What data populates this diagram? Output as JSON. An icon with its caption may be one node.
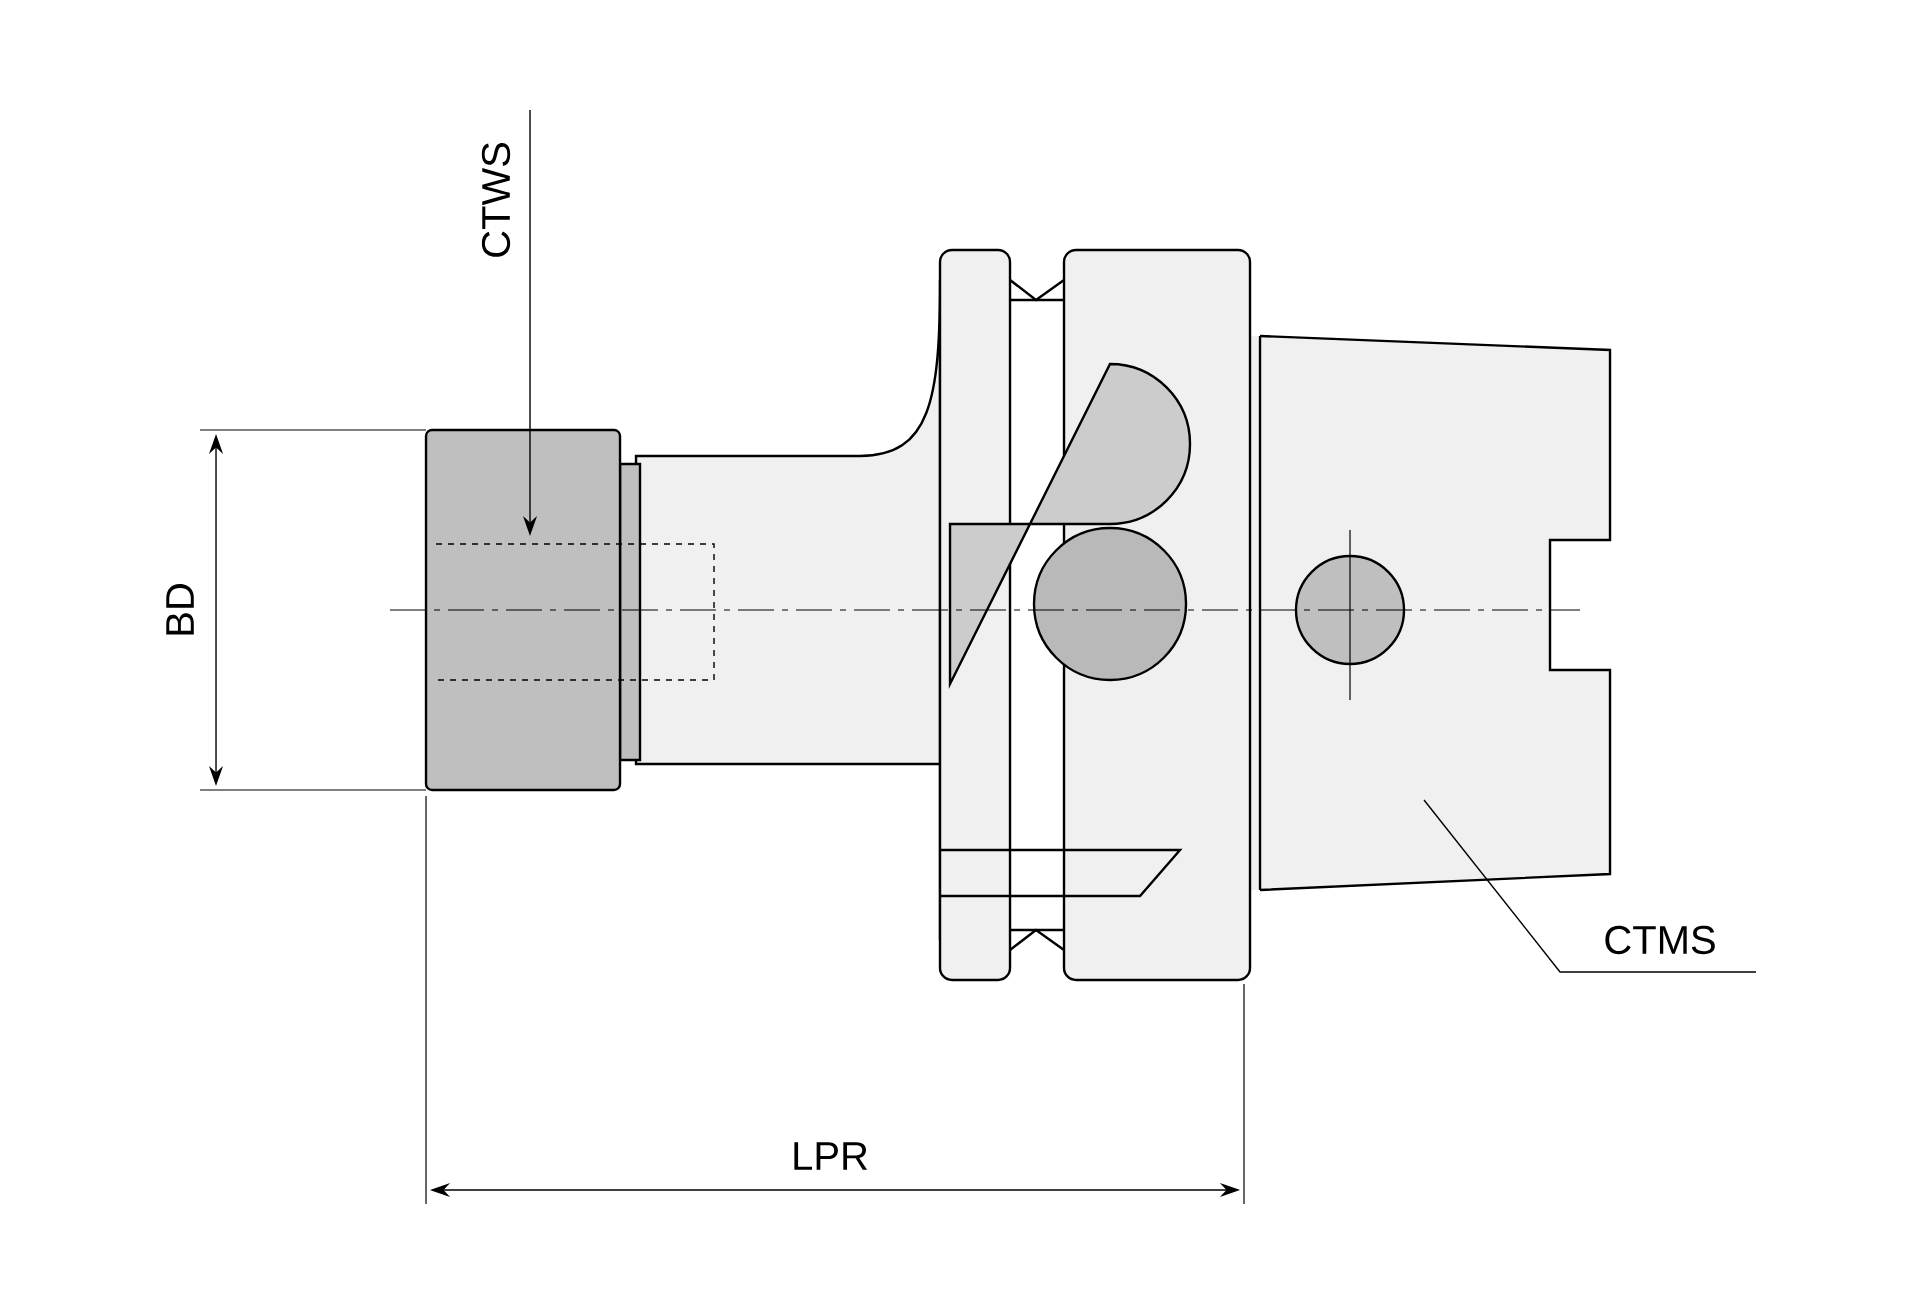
{
  "diagram": {
    "nodes": [
      {
        "text": [
          "CTWS"
        ]
      },
      {
        "text": [
          "CTMS"
        ]
      }
    ],
    "edges": [
      {
        "from": 0,
        "to": null,
        "arrow": "to"
      },
      {
        "from": 1,
        "to": null,
        "arrow": "none"
      }
    ],
    "labels": [
      "BD",
      "LPR"
    ]
  }
}
